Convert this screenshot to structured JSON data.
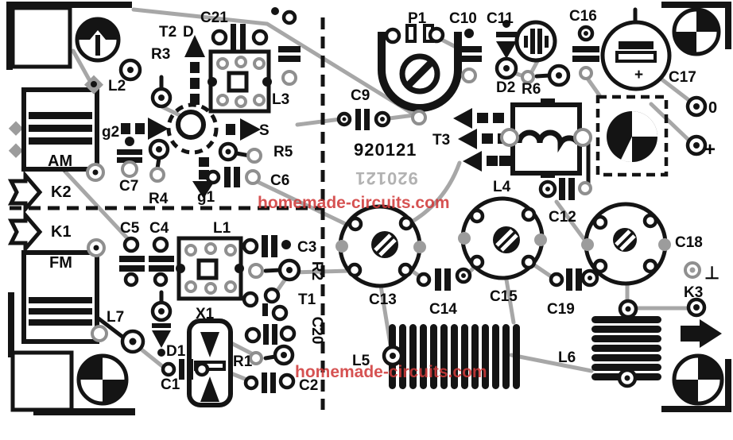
{
  "meta": {
    "board_number": "920121",
    "board_number_mirrored": "920121"
  },
  "watermark": {
    "text": "homemade-circuits.com",
    "color": "#d03a3a"
  },
  "labels": {
    "t2": "T2",
    "d_pin": "D",
    "c21": "C21",
    "r3": "R3",
    "l2": "L2",
    "l3": "L3",
    "g2_pin": "g2",
    "s_pin": "S",
    "r5": "R5",
    "c7": "C7",
    "r4": "R4",
    "g1_pin": "g1",
    "c6": "C6",
    "am": "AM",
    "k2": "K2",
    "k1": "K1",
    "fm": "FM",
    "c5": "C5",
    "c4": "C4",
    "l1": "L1",
    "c3": "C3",
    "r2": "R2",
    "t1": "T1",
    "c20": "C20",
    "r1": "R1",
    "x1": "X1",
    "d1": "D1",
    "c1": "C1",
    "c2": "C2",
    "l7": "L7",
    "c9": "C9",
    "t3": "T3",
    "p1": "P1",
    "c10": "C10",
    "c11": "C11",
    "d2": "D2",
    "r6": "R6",
    "c16": "C16",
    "c17": "C17",
    "elco_plus": "+",
    "zero_terminal": "0",
    "plus_terminal": "+",
    "l4": "L4",
    "c12": "C12",
    "c13": "C13",
    "c14": "C14",
    "c15": "C15",
    "c18": "C18",
    "c19": "C19",
    "gnd": "⊥",
    "k3": "K3",
    "l5": "L5",
    "l6": "L6"
  }
}
